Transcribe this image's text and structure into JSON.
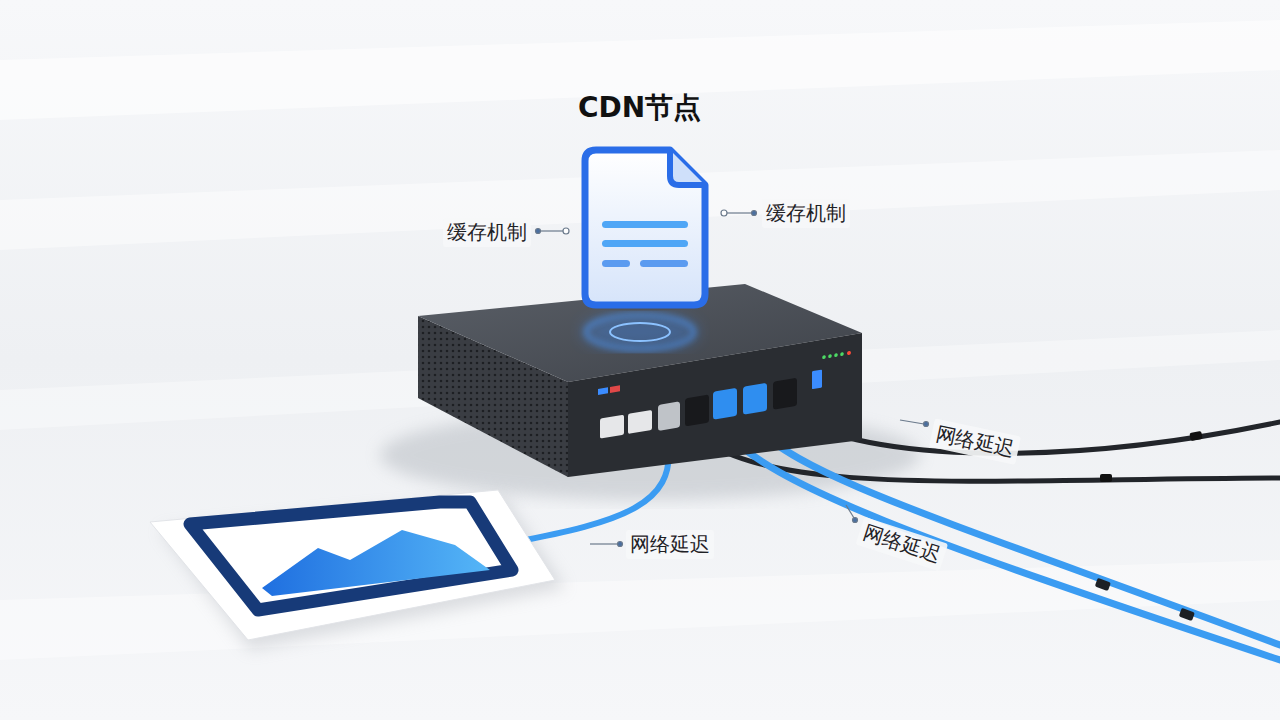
{
  "diagram": {
    "title": "CDN节点",
    "labels": [
      "缓存机制",
      "缓存机制",
      "网络延迟",
      "网络延迟",
      "网络延迟"
    ]
  }
}
